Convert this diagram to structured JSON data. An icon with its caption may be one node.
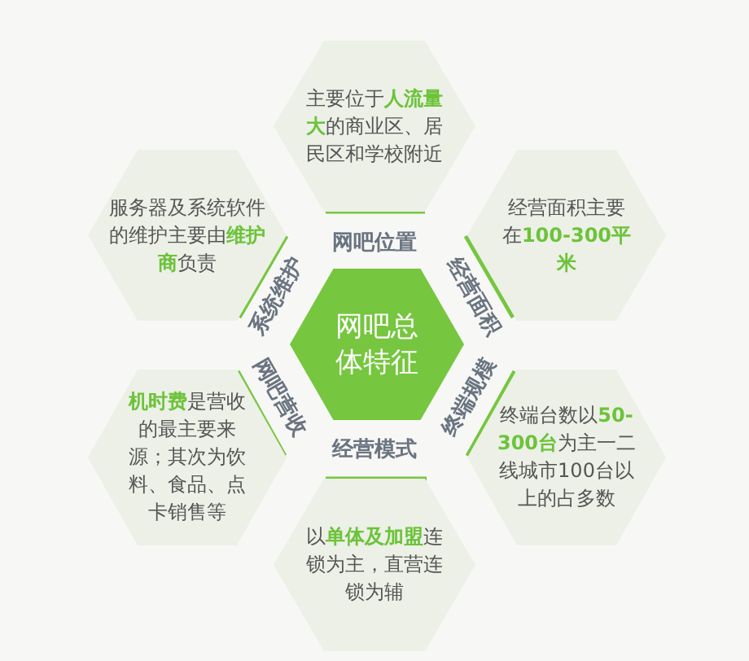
{
  "diagram": {
    "nodes": [
      {
        "text": [
          "主要位于**人流量大**的商业区、居民区和学校附近"
        ],
        "beside": [
          "网吧位置"
        ]
      },
      {
        "text": [
          "服务器及系统软件的维护主要由**维护商**负责"
        ],
        "beside": [
          "系统维护"
        ]
      },
      {
        "text": [
          "经营面积主要在**100-300平米**"
        ],
        "beside": [
          "经营面积"
        ]
      },
      {
        "text": [
          "网吧总体特征"
        ]
      },
      {
        "text": [
          "**机时费**是营收的最主要来源；其次为饮料、食品、点卡销售等"
        ],
        "beside": [
          "网吧营收"
        ]
      },
      {
        "text": [
          "终端台数以**50-300台**为主一二线城市100台以上的占多数"
        ],
        "beside": [
          "终端规模"
        ]
      },
      {
        "text": [
          "以**单体及加盟**连锁为主，直营连锁为辅"
        ],
        "beside": [
          "经营模式"
        ]
      }
    ]
  }
}
